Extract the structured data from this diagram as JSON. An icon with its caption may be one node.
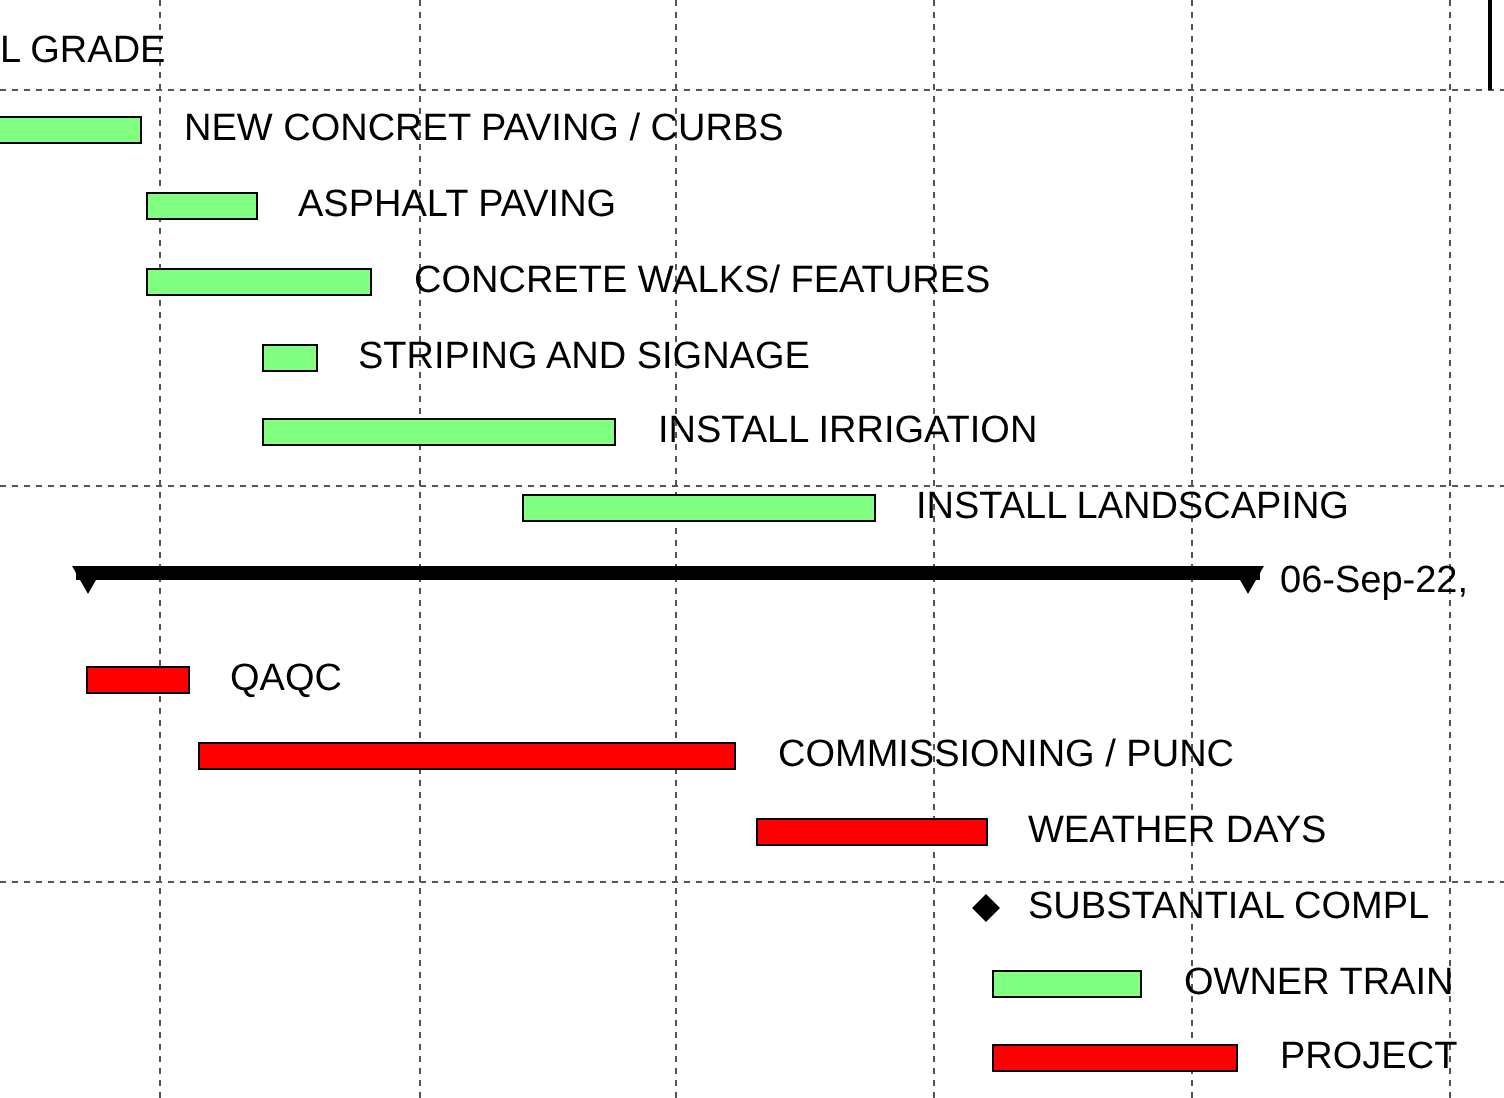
{
  "diagram": {
    "nodes": [
      {
        "text": [],
        "shape": "bar",
        "beside": [
          "NEW CONCRET PAVING / CURBS"
        ]
      },
      {
        "text": [],
        "shape": "bar",
        "beside": [
          "ASPHALT PAVING"
        ]
      },
      {
        "text": [],
        "shape": "bar",
        "beside": [
          "CONCRETE WALKS/ FEATURES"
        ]
      },
      {
        "text": [],
        "shape": "bar",
        "beside": [
          "STRIPING AND SIGNAGE"
        ]
      },
      {
        "text": [],
        "shape": "bar",
        "beside": [
          "INSTALL IRRIGATION"
        ]
      },
      {
        "text": [],
        "shape": "bar",
        "beside": [
          "INSTALL LANDSCAPING"
        ]
      },
      {
        "text": [],
        "shape": "bar",
        "beside": [
          "06-Sep-22,"
        ]
      },
      {
        "text": [],
        "shape": "bar",
        "beside": [
          "QAQC"
        ]
      },
      {
        "text": [],
        "shape": "bar",
        "beside": [
          "COMMISSIONING / PUNC"
        ]
      },
      {
        "text": [],
        "shape": "bar",
        "beside": [
          "WEATHER DAYS"
        ]
      },
      {
        "text": [],
        "shape": "diamond",
        "beside": [
          "SUBSTANTIAL COMPL"
        ]
      },
      {
        "text": [],
        "shape": "bar",
        "beside": [
          "OWNER TRAIN"
        ]
      },
      {
        "text": [],
        "shape": "bar",
        "beside": [
          "PROJECT"
        ]
      }
    ],
    "edges": [],
    "labels": [
      "L GRADE"
    ]
  }
}
